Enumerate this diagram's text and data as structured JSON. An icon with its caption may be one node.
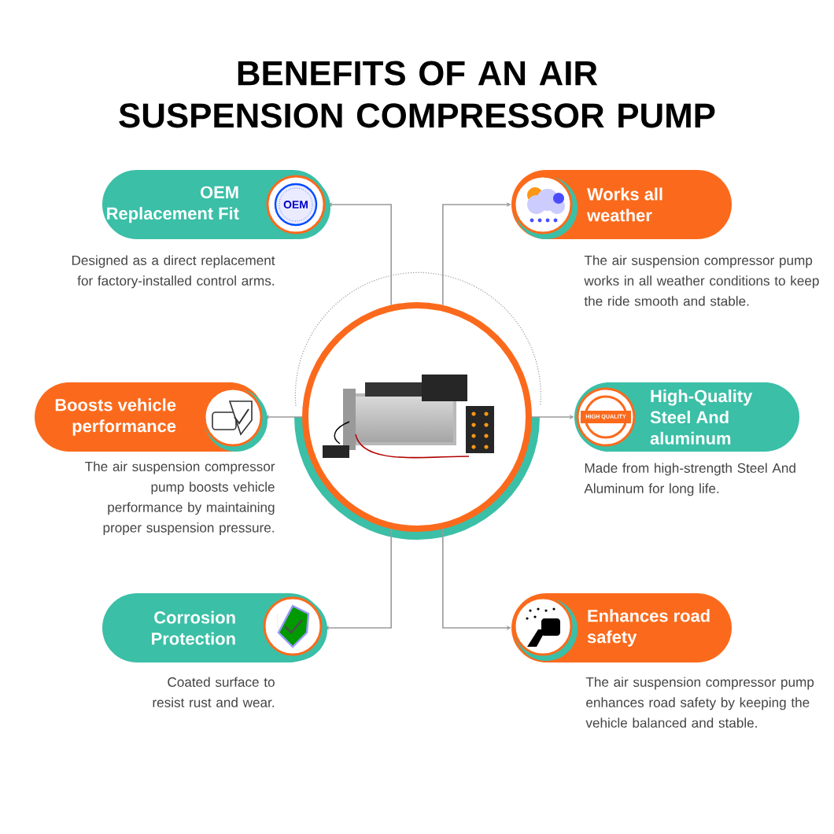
{
  "diagram": {
    "title": "BENEFITS OF AN AIR SUSPENSION COMPRESSOR PUMP",
    "nodes": [
      {
        "text": [],
        "shape": "circle"
      },
      {
        "text": [
          "OEM Replacement Fit"
        ],
        "beside": [
          "Designed as a direct replacement for factory-installed control arms."
        ]
      },
      {
        "text": [
          "Works all weather"
        ],
        "beside": [
          "The air suspension compressor pump works in all weather conditions to keep the ride smooth and stable."
        ]
      },
      {
        "text": [
          "Boosts vehicle performance"
        ],
        "beside": [
          "The air suspension compressor pump boosts vehicle performance by maintaining proper suspension pressure."
        ]
      },
      {
        "text": [
          "High-Quality Steel And aluminum"
        ],
        "beside": [
          "Made from high-strength Steel And Aluminum for long life."
        ]
      },
      {
        "text": [
          "Corrosion Protection"
        ],
        "beside": [
          "Coated surface to resist rust and wear."
        ]
      },
      {
        "text": [
          "Enhances road safety"
        ],
        "beside": [
          "The air suspension compressor pump enhances road safety by keeping the vehicle balanced and stable."
        ]
      }
    ],
    "edges": [
      {
        "from": 0,
        "to": 1,
        "arrow": "to"
      },
      {
        "from": 0,
        "to": 2,
        "arrow": "to"
      },
      {
        "from": 0,
        "to": 3,
        "arrow": "to"
      },
      {
        "from": 0,
        "to": 4,
        "arrow": "to"
      },
      {
        "from": 0,
        "to": 5,
        "arrow": "to"
      },
      {
        "from": 0,
        "to": 6,
        "arrow": "to"
      }
    ],
    "labels": [
      "OEM",
      "HIGH QUALITY"
    ]
  }
}
